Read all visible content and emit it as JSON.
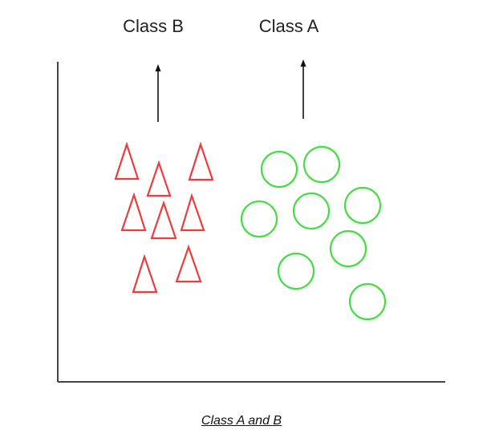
{
  "labels": {
    "class_b": "Class B",
    "class_a": "Class A"
  },
  "caption": "Class A and B",
  "colors": {
    "class_b": "#ee3b3b",
    "class_a": "#44dd44",
    "axes": "#444444",
    "arrow": "#111111"
  },
  "class_b_marker": "triangle",
  "class_a_marker": "circle"
}
